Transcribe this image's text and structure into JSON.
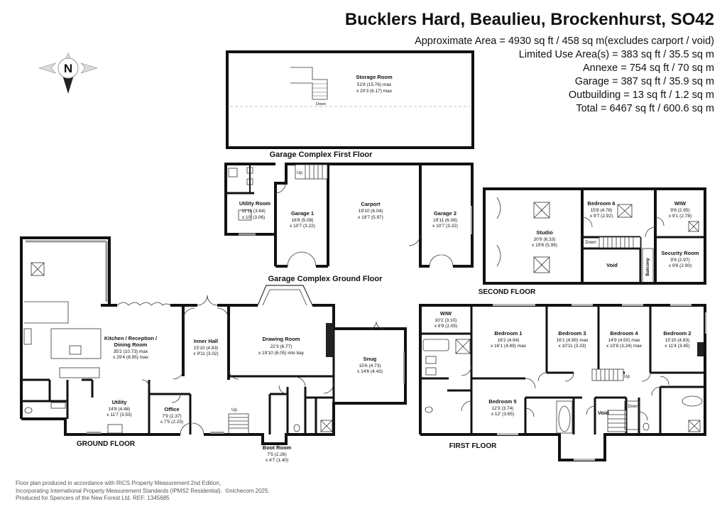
{
  "header": {
    "title": "Bucklers Hard, Beaulieu, Brockenhurst, SO42",
    "areas": [
      "Approximate Area = 4930 sq ft / 458 sq m(excludes carport / void)",
      "Limited Use Area(s) = 383 sq ft / 35.5 sq m",
      "Annexe = 754 sq ft / 70 sq m",
      "Garage = 387 sq ft / 35.9 sq m",
      "Outbuilding = 13 sq ft / 1.2 sq m",
      "Total = 6467 sq ft / 600.6 sq m"
    ]
  },
  "compass": {
    "label": "N"
  },
  "floors": {
    "garage_first": "Garage Complex First Floor",
    "garage_ground": "Garage Complex Ground Floor",
    "second": "SECOND FLOOR",
    "ground": "GROUND FLOOR",
    "first": "FIRST FLOOR"
  },
  "rooms": {
    "storage": {
      "name": "Storage Room",
      "d1": "51'8 (15.76) max",
      "d2": "x 20'3 (6.17) max",
      "down": "Down"
    },
    "utility_room": {
      "name": "Utility Room",
      "d1": "11'11 (3.64)",
      "d2": "x 10' (3.06)"
    },
    "garage1": {
      "name": "Garage 1",
      "d1": "16'8 (5.08)",
      "d2": "x 10'7 (3.22)",
      "up": "Up"
    },
    "carport": {
      "name": "Carport",
      "d1": "19'10 (6.04)",
      "d2": "x 19'7 (5.97)"
    },
    "garage2": {
      "name": "Garage 2",
      "d1": "19'11 (6.08)",
      "d2": "x 10'7 (3.22)"
    },
    "studio": {
      "name": "Studio",
      "d1": "20'9 (6.33)",
      "d2": "x 19'8 (5.99)",
      "down": "Down"
    },
    "bedroom6": {
      "name": "Bedroom 6",
      "d1": "15'8 (4.78)",
      "d2": "x 9'7 (2.92)"
    },
    "wiw2": {
      "name": "WIW",
      "d1": "9'8 (2.95)",
      "d2": "x 9'1 (2.78)"
    },
    "security": {
      "name": "Security Room",
      "d1": "9'9 (2.97)",
      "d2": "x 9'6 (2.90)"
    },
    "void2": {
      "name": "Void"
    },
    "balcony": {
      "name": "Balcony"
    },
    "kitchen": {
      "name1": "Kitchen / Reception /",
      "name2": "Dining Room",
      "d1": "35'2 (10.73) max",
      "d2": "x 29'4 (8.95) max"
    },
    "inner_hall": {
      "name": "Inner Hall",
      "d1": "15'10 (4.83)",
      "d2": "x 9'11 (3.02)"
    },
    "drawing": {
      "name": "Drawing Room",
      "d1": "22'3 (6.77)",
      "d2": "x 19'10 (6.05) into bay"
    },
    "snug": {
      "name": "Snug",
      "d1": "15'6 (4.73)",
      "d2": "x 14'6 (4.43)"
    },
    "utility": {
      "name": "Utility",
      "d1": "14'8 (4.48)",
      "d2": "x 11'7 (3.53)"
    },
    "office": {
      "name": "Office",
      "d1": "7'9 (2.37)",
      "d2": "x 7'5 (2.25)"
    },
    "boot": {
      "name": "Boot Room",
      "d1": "7'5 (2.26)",
      "d2": "x 4'7 (1.40)",
      "up": "Up"
    },
    "wiw1": {
      "name": "WIW",
      "d1": "10'2 (3.10)",
      "d2": "x 6'9 (2.05)"
    },
    "bedroom1": {
      "name": "Bedroom 1",
      "d1": "16'2 (4.94)",
      "d2": "x 16'1 (4.89) max"
    },
    "bedroom3": {
      "name": "Bedroom 3",
      "d1": "16'1 (4.90) max",
      "d2": "x 10'11 (3.33)"
    },
    "bedroom4": {
      "name": "Bedroom 4",
      "d1": "14'9 (4.50) max",
      "d2": "x 10'8 (3.24) max"
    },
    "bedroom2": {
      "name": "Bedroom 2",
      "d1": "15'10 (4.83)",
      "d2": "x 11'4 (3.45)"
    },
    "bedroom5": {
      "name": "Bedroom 5",
      "d1": "12'3 (3.74)",
      "d2": "x 12' (3.65)"
    },
    "void1": {
      "name": "Void"
    },
    "first_up": "Up",
    "first_down": "Down"
  },
  "footer": {
    "lines": [
      "Floor plan produced in accordance with RICS Property Measurement 2nd Edition,",
      "Incorporating International Property Measurement Standards (IPMS2 Residential).",
      "©nichecom 2025.",
      "Produced for Spencers of the New Forest Ltd.   REF: 1345685"
    ]
  }
}
